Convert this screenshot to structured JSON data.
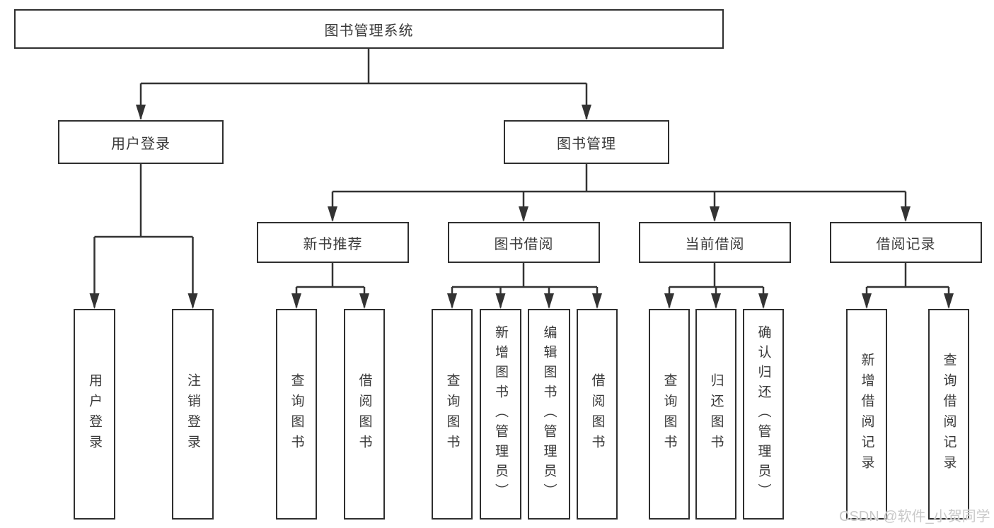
{
  "nodes": {
    "root": {
      "label": "图书管理系统"
    },
    "level2": [
      {
        "label": "用户登录"
      },
      {
        "label": "图书管理"
      }
    ],
    "level3": [
      {
        "label": "新书推荐"
      },
      {
        "label": "图书借阅"
      },
      {
        "label": "当前借阅"
      },
      {
        "label": "借阅记录"
      }
    ],
    "leaves": [
      {
        "label": "用户登录"
      },
      {
        "label": "注销登录"
      },
      {
        "label": "查询图书"
      },
      {
        "label": "借阅图书"
      },
      {
        "label": "查询图书"
      },
      {
        "label": "新增图书（管理员）"
      },
      {
        "label": "编辑图书（管理员）"
      },
      {
        "label": "借阅图书"
      },
      {
        "label": "查询图书"
      },
      {
        "label": "归还图书"
      },
      {
        "label": "确认归还（管理员）"
      },
      {
        "label": "新增借阅记录"
      },
      {
        "label": "查询借阅记录"
      }
    ]
  },
  "watermark": {
    "text": "CSDN @软件_小贺同学"
  },
  "colors": {
    "line": "#333333",
    "box_border": "#2f2f2f",
    "text": "#3a3a3a",
    "background": "#ffffff",
    "watermark": "#c9c9c9"
  }
}
